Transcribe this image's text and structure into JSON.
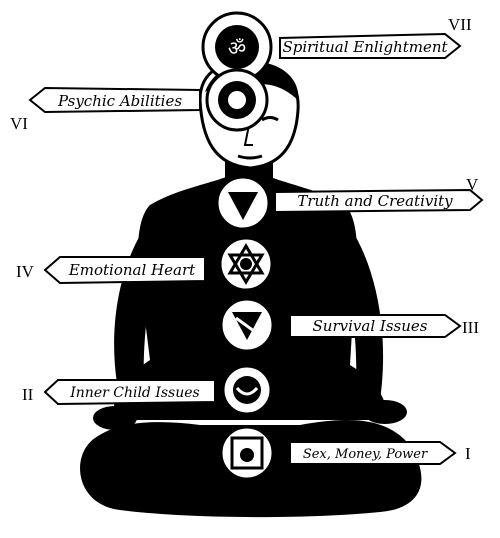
{
  "chakras": [
    {
      "numeral": "VII",
      "label": "Spiritual Enlightment",
      "icon": "crown-chakra-icon"
    },
    {
      "numeral": "VI",
      "label": "Psychic Abilities",
      "icon": "third-eye-chakra-icon"
    },
    {
      "numeral": "V",
      "label": "Truth and Creativity",
      "icon": "throat-chakra-icon"
    },
    {
      "numeral": "IV",
      "label": "Emotional Heart",
      "icon": "heart-chakra-icon"
    },
    {
      "numeral": "III",
      "label": "Survival Issues",
      "icon": "solar-plexus-chakra-icon"
    },
    {
      "numeral": "II",
      "label": "Inner Child Issues",
      "icon": "sacral-chakra-icon"
    },
    {
      "numeral": "I",
      "label": "Sex, Money, Power",
      "icon": "root-chakra-icon"
    }
  ],
  "colors": {
    "ink": "#000000",
    "paper": "#ffffff"
  }
}
